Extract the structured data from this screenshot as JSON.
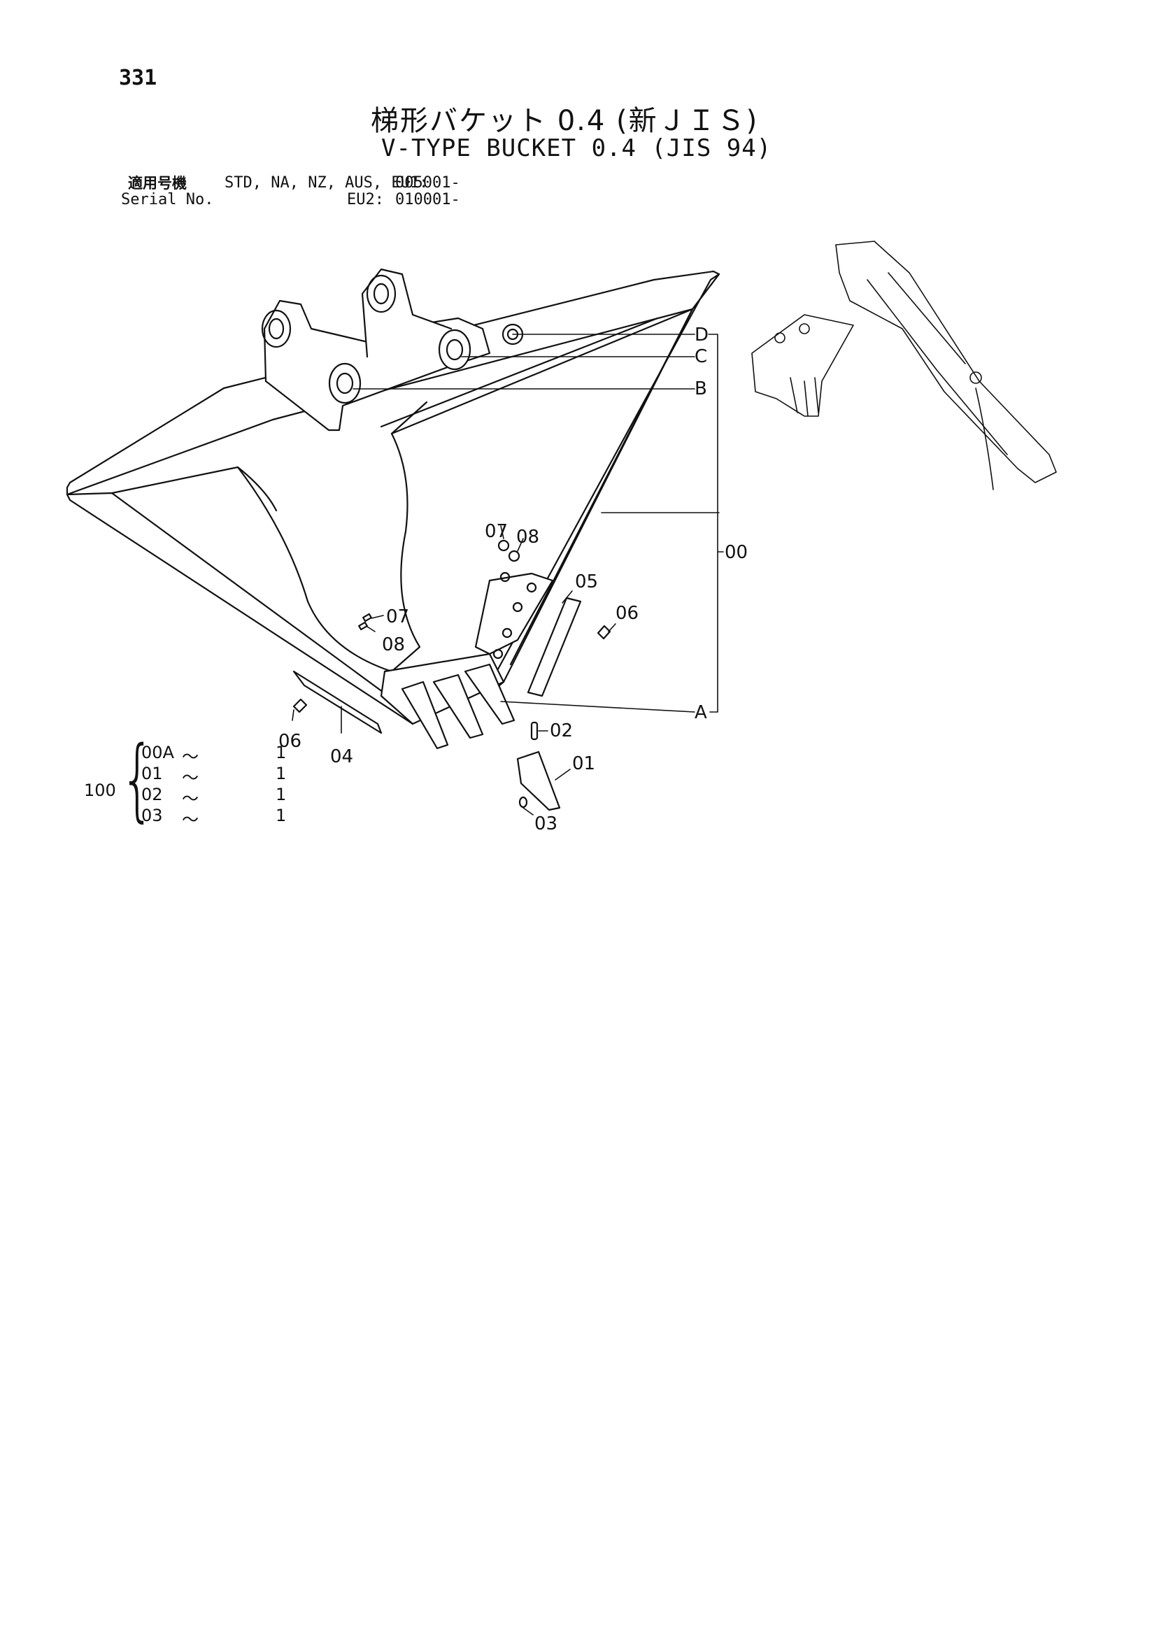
{
  "page_number": "331",
  "title_jp": "梯形バケット 0.4 (新ＪＩＳ)",
  "title_en": "V-TYPE BUCKET 0.4 (JIS 94)",
  "serial": {
    "label_jp": "適用号機",
    "label_en": "Serial No.",
    "models_1": "STD, NA, NZ, AUS, EU1:",
    "serial_1": "005001-",
    "models_2": "EU2:",
    "serial_2": "010001-"
  },
  "callouts": {
    "D": "D",
    "C": "C",
    "B": "B",
    "A": "A",
    "p00": "00",
    "p05": "05",
    "p06_right": "06",
    "p07_top": "07",
    "p08_top": "08",
    "p07_left": "07",
    "p08_left": "08",
    "p06_left": "06",
    "p04": "04",
    "p02": "02",
    "p01": "01",
    "p03": "03"
  },
  "assembly": {
    "number": "100",
    "rows": [
      {
        "part": "00A",
        "sym": "～",
        "qty": "1"
      },
      {
        "part": "01",
        "sym": "～",
        "qty": "1"
      },
      {
        "part": "02",
        "sym": "～",
        "qty": "1"
      },
      {
        "part": "03",
        "sym": "～",
        "qty": "1"
      }
    ]
  }
}
